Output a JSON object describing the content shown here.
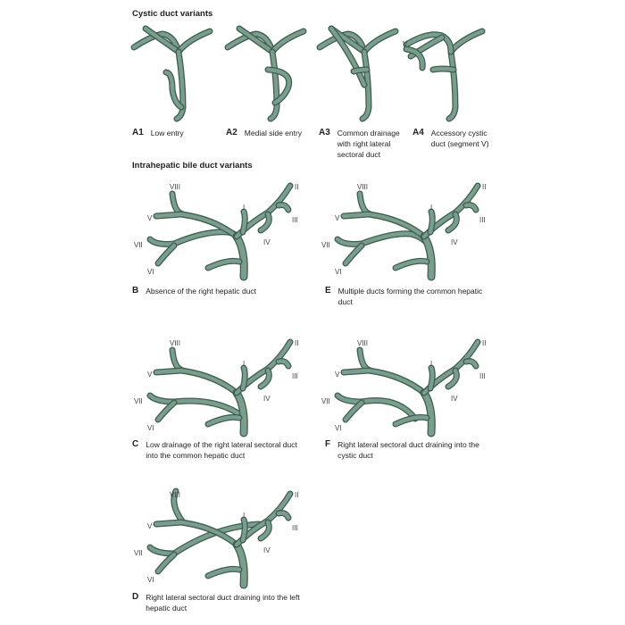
{
  "colors": {
    "duct_fill": "#7a9e8d",
    "duct_outline": "#3f5d50"
  },
  "sections": {
    "cystic_title": "Cystic duct variants",
    "intrahepatic_title": "Intrahepatic bile duct variants"
  },
  "cystic_panels": [
    {
      "id": "A1",
      "caption": "Low entry"
    },
    {
      "id": "A2",
      "caption": "Medial side entry"
    },
    {
      "id": "A3",
      "caption": "Common drainage with right lateral sectoral duct"
    },
    {
      "id": "A4",
      "caption": "Accessory cystic duct (segment V)",
      "segment_label": "V"
    }
  ],
  "intrahepatic_panels": [
    {
      "id": "B",
      "caption": "Absence of the right hepatic duct"
    },
    {
      "id": "E",
      "caption": "Multiple ducts forming the common hepatic duct"
    },
    {
      "id": "C",
      "caption": "Low drainage of the right lateral sectoral duct into the common hepatic duct"
    },
    {
      "id": "F",
      "caption": "Right lateral sectoral duct draining into the cystic duct"
    },
    {
      "id": "D",
      "caption": "Right lateral sectoral duct draining into the left hepatic duct"
    }
  ],
  "segments": [
    "VIII",
    "V",
    "VII",
    "VI",
    "I",
    "II",
    "III",
    "IV"
  ]
}
